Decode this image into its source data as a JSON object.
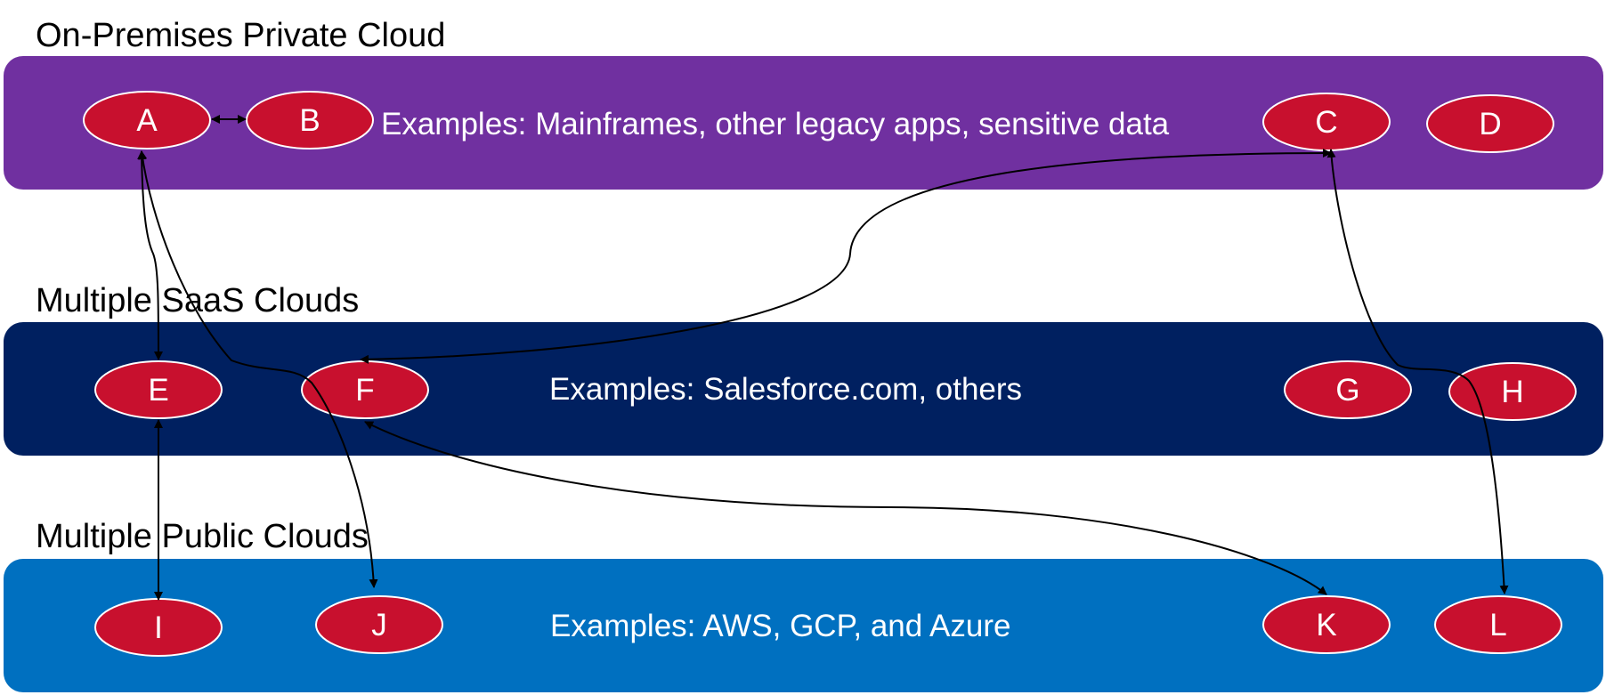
{
  "tiers": {
    "private": {
      "title": "On-Premises Private Cloud",
      "examples": "Examples: Mainframes, other legacy apps, sensitive data",
      "color": "#7030a0"
    },
    "saas": {
      "title": "Multiple SaaS Clouds",
      "examples": "Examples: Salesforce.com, others",
      "color": "#002060"
    },
    "public": {
      "title": "Multiple Public Clouds",
      "examples": "Examples: AWS, GCP, and Azure",
      "color": "#0070c0"
    }
  },
  "nodes": {
    "a": "A",
    "b": "B",
    "c": "C",
    "d": "D",
    "e": "E",
    "f": "F",
    "g": "G",
    "h": "H",
    "i": "I",
    "j": "J",
    "k": "K",
    "l": "L"
  },
  "node_color": "#c8102e",
  "connections": [
    {
      "from": "A",
      "to": "B",
      "bidirectional": true
    },
    {
      "from": "A",
      "to": "E",
      "bidirectional": true
    },
    {
      "from": "A",
      "to": "J",
      "bidirectional": true
    },
    {
      "from": "C",
      "to": "F",
      "bidirectional": true
    },
    {
      "from": "C",
      "to": "L",
      "bidirectional": true
    },
    {
      "from": "E",
      "to": "I",
      "bidirectional": true
    },
    {
      "from": "F",
      "to": "K",
      "bidirectional": true
    }
  ]
}
